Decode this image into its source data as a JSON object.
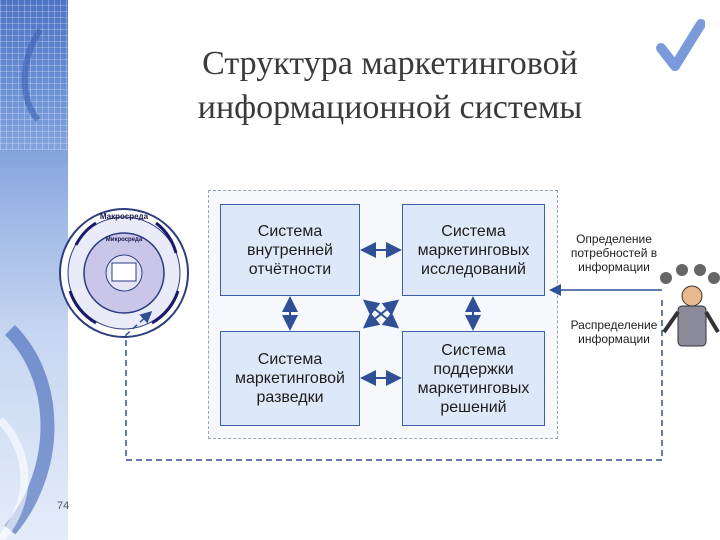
{
  "slide": {
    "title_line1": "Структура маркетинговой",
    "title_line2": "информационной системы",
    "page_number": "74"
  },
  "boxes": {
    "internal_reporting": "Система внутренней отчётности",
    "marketing_research": "Система маркетинговых исследований",
    "marketing_intelligence": "Система маркетинговой разведки",
    "decision_support": "Система поддержки маркетинговых решений"
  },
  "side_labels": {
    "needs": "Определение потребностей в информации",
    "distribution": "Распределение информации"
  },
  "environment": {
    "macro": "Макросреда",
    "micro": "Микросреда"
  },
  "colors": {
    "box_fill": "#dde8f8",
    "box_border": "#3c5fa8",
    "arrow": "#2f4f96",
    "accent_check": "#4f78d0"
  },
  "icons": [
    "environment-circle-icon",
    "manager-figure-icon",
    "checkmark-icon"
  ]
}
